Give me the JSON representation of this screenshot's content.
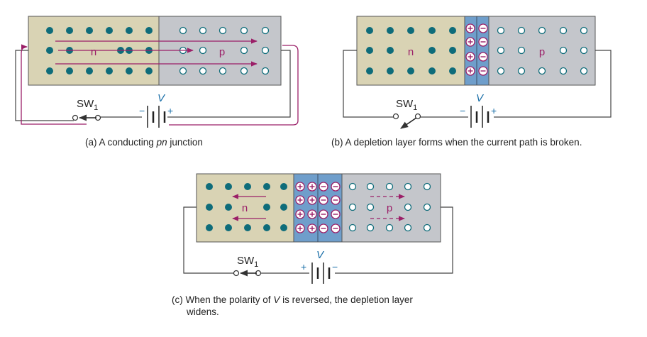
{
  "colors": {
    "n_region": "#d9d3b4",
    "p_region": "#c4c6cb",
    "depletion": "#6f9ecb",
    "electron": "#0e6c7a",
    "arrow": "#9b1f68",
    "label": "#9b1f68",
    "voltage": "#1a6fa8"
  },
  "panel_a": {
    "n_label": "n",
    "p_label": "p",
    "switch_label": "SW",
    "switch_sub": "1",
    "battery_label": "V",
    "neg_sign": "−",
    "pos_sign": "+",
    "caption_prefix": "(a)  A conducting ",
    "caption_em": "pn",
    "caption_suffix": " junction"
  },
  "panel_b": {
    "n_label": "n",
    "p_label": "p",
    "switch_label": "SW",
    "switch_sub": "1",
    "battery_label": "V",
    "neg_sign": "−",
    "pos_sign": "+",
    "caption": "(b)  A depletion layer forms when the current path is broken."
  },
  "panel_c": {
    "n_label": "n",
    "p_label": "p",
    "switch_label": "SW",
    "switch_sub": "1",
    "battery_label": "V",
    "pos_sign": "+",
    "neg_sign": "−",
    "caption_line1_prefix": "(c)  When the polarity of ",
    "caption_line1_em": "V",
    "caption_line1_suffix": " is reversed, the depletion layer",
    "caption_line2": "widens."
  }
}
